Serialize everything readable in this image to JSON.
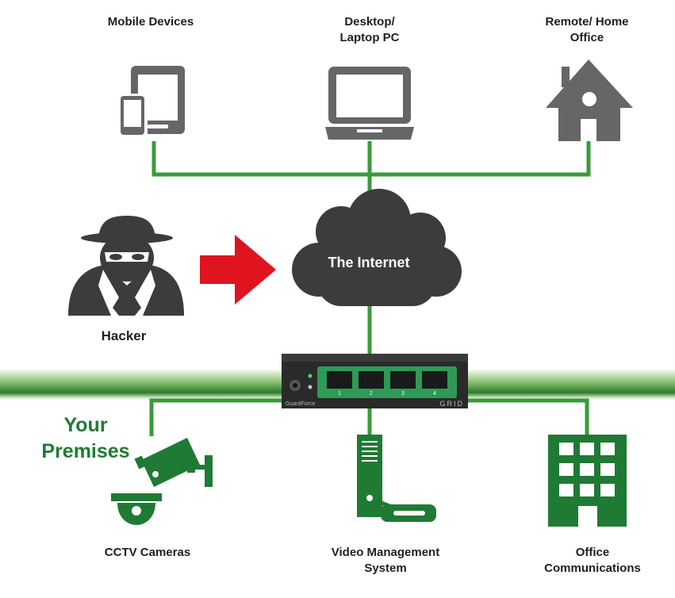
{
  "nodes": {
    "mobile_devices": [
      "Mobile Devices"
    ],
    "desktop_laptop": [
      "Desktop/",
      "Laptop PC"
    ],
    "remote_home_office": [
      "Remote/ Home",
      "Office"
    ],
    "internet": "The Internet",
    "hacker": "Hacker",
    "premises": [
      "Your",
      "Premises"
    ],
    "cctv": [
      "CCTV Cameras"
    ],
    "vms": [
      "Video Management",
      "System"
    ],
    "office_comms": [
      "Office",
      "Communications"
    ]
  },
  "device": {
    "brand_left": "GuardForce",
    "brand_right": "GRID",
    "port_numbers": [
      "1",
      "2",
      "3",
      "4"
    ]
  },
  "colors": {
    "link_green": "#3a9b3a",
    "icon_gray": "#666666",
    "dark_gray": "#3c3c3c",
    "brand_green": "#1f7a34",
    "attack_red": "#e0141e"
  }
}
